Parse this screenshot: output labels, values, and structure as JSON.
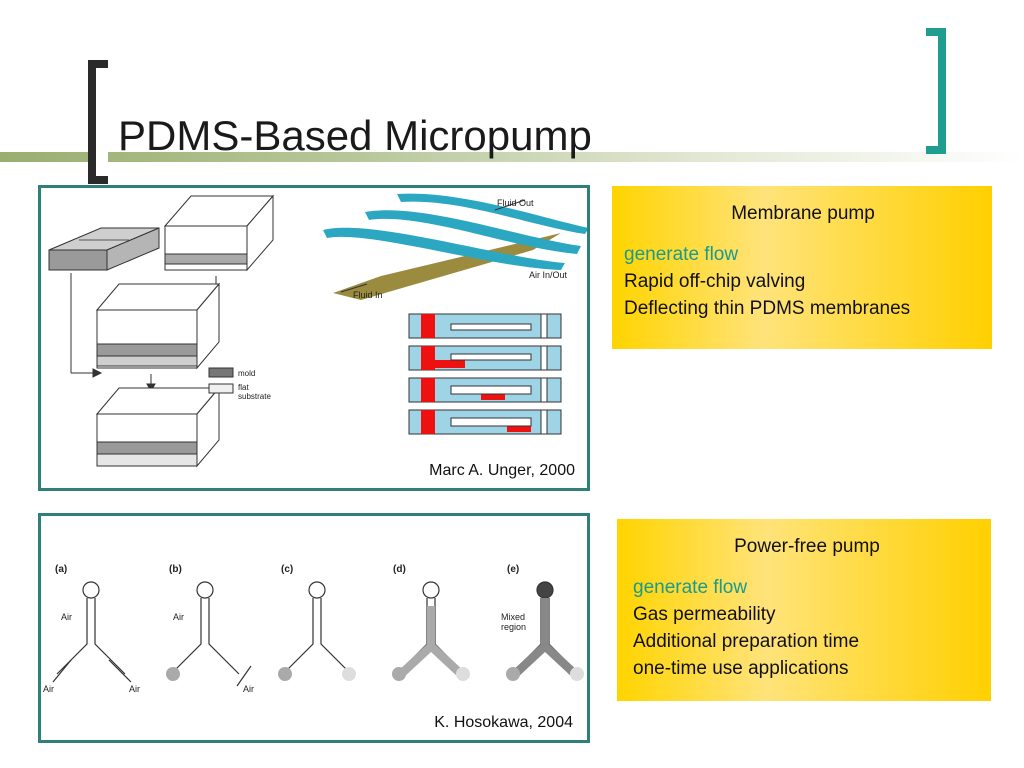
{
  "title": "PDMS-Based Micropump",
  "colors": {
    "accent_teal": "#1f9e90",
    "box_border": "#2f7f7a",
    "note_yellow": "#ffd400",
    "highlight_text": "#1a9a8c",
    "olive_bar": "#9aae70"
  },
  "figure_top": {
    "credit": "Marc A. Unger, 2000",
    "labels": {
      "mold": "mold",
      "flat": "flat",
      "substrate": "substrate",
      "fluid_out": "Fluid Out",
      "air_in_out": "Air In/Out",
      "fluid_in": "Fluid In"
    }
  },
  "figure_bottom": {
    "credit": "K. Hosokawa, 2004",
    "panel_labels": [
      "(a)",
      "(b)",
      "(c)",
      "(d)",
      "(e)"
    ],
    "labels": {
      "air": "Air",
      "mixed": "Mixed",
      "region": "region"
    }
  },
  "note_top": {
    "heading": "Membrane pump",
    "highlight": "generate flow",
    "lines": [
      "Rapid off-chip valving",
      "Deflecting thin PDMS membranes"
    ]
  },
  "note_bottom": {
    "heading": "Power-free pump",
    "highlight": "generate flow",
    "lines": [
      "Gas permeability",
      "Additional preparation time",
      "one-time use applications"
    ]
  }
}
